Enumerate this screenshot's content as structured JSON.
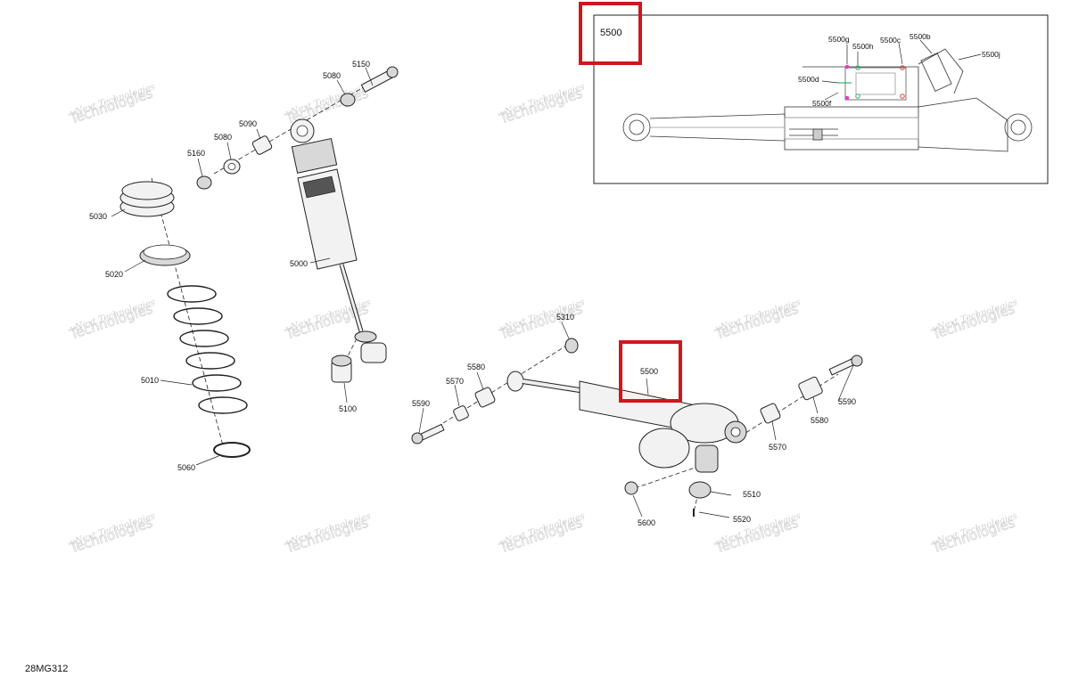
{
  "diagram_code": "28MG312",
  "watermark": {
    "line1": "vNext Technologies",
    "line2": "Technologies"
  },
  "inset": {
    "callout": "5500",
    "labels": [
      "5500g",
      "5500h",
      "5500c",
      "5500b",
      "5500j",
      "5500d",
      "5500f"
    ]
  },
  "highlight_callout": "5500",
  "parts": {
    "p5150": "5150",
    "p5080a": "5080",
    "p5090": "5090",
    "p5080b": "5080",
    "p5160": "5160",
    "p5030": "5030",
    "p5020": "5020",
    "p5000": "5000",
    "p5010": "5010",
    "p5060": "5060",
    "p5100": "5100",
    "p5310": "5310",
    "p5580a": "5580",
    "p5570a": "5570",
    "p5590a": "5590",
    "p5590b": "5590",
    "p5580b": "5580",
    "p5570b": "5570",
    "p5510": "5510",
    "p5520": "5520",
    "p5600": "5600"
  },
  "colors": {
    "highlight": "#d0161d",
    "inset_pink": "#e040c0",
    "inset_green": "#2bb673",
    "inset_red": "#e0443a"
  }
}
